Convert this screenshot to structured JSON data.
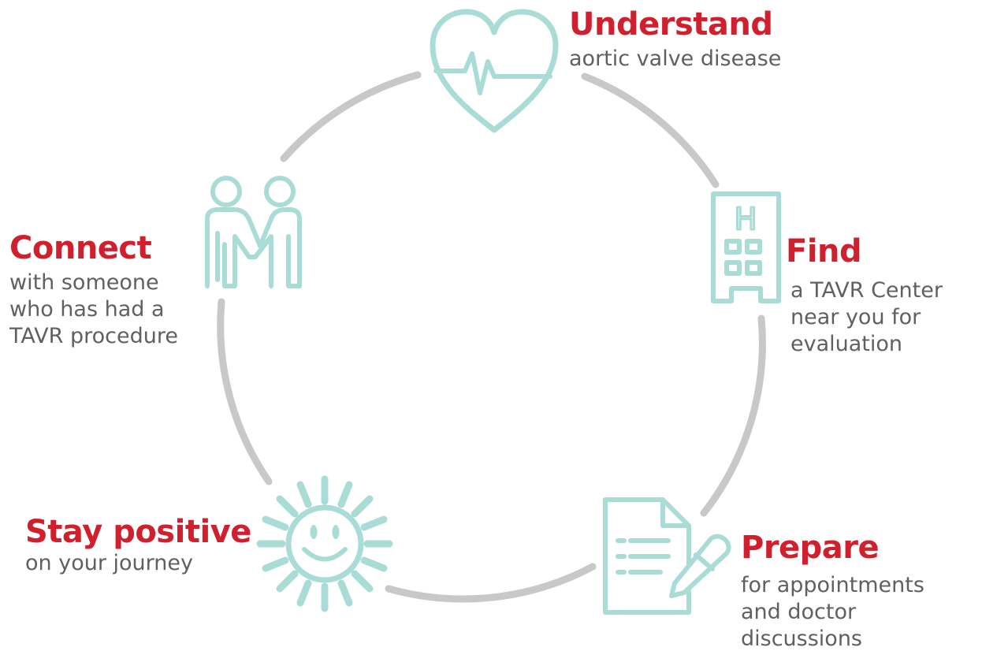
{
  "colors": {
    "accent": "#d0202e",
    "icon": "#a9dcd6",
    "ring": "#c8c8c8",
    "description": "#606060"
  },
  "steps": [
    {
      "id": "understand",
      "icon": "heart-heartbeat-icon",
      "title": "Understand",
      "description": [
        "aortic valve disease"
      ]
    },
    {
      "id": "find",
      "icon": "hospital-building-icon",
      "title": "Find",
      "description": [
        "a TAVR Center",
        "near you for",
        "evaluation"
      ]
    },
    {
      "id": "prepare",
      "icon": "document-pen-icon",
      "title": "Prepare",
      "description": [
        "for appointments",
        "and doctor",
        "discussions"
      ]
    },
    {
      "id": "stay-positive",
      "icon": "smiling-sun-icon",
      "title": "Stay positive",
      "description": [
        "on your journey"
      ]
    },
    {
      "id": "connect",
      "icon": "two-people-holding-hands-icon",
      "title": "Connect",
      "description": [
        "with someone",
        "who has had a",
        "TAVR procedure"
      ]
    }
  ],
  "hospital_sign": "H"
}
